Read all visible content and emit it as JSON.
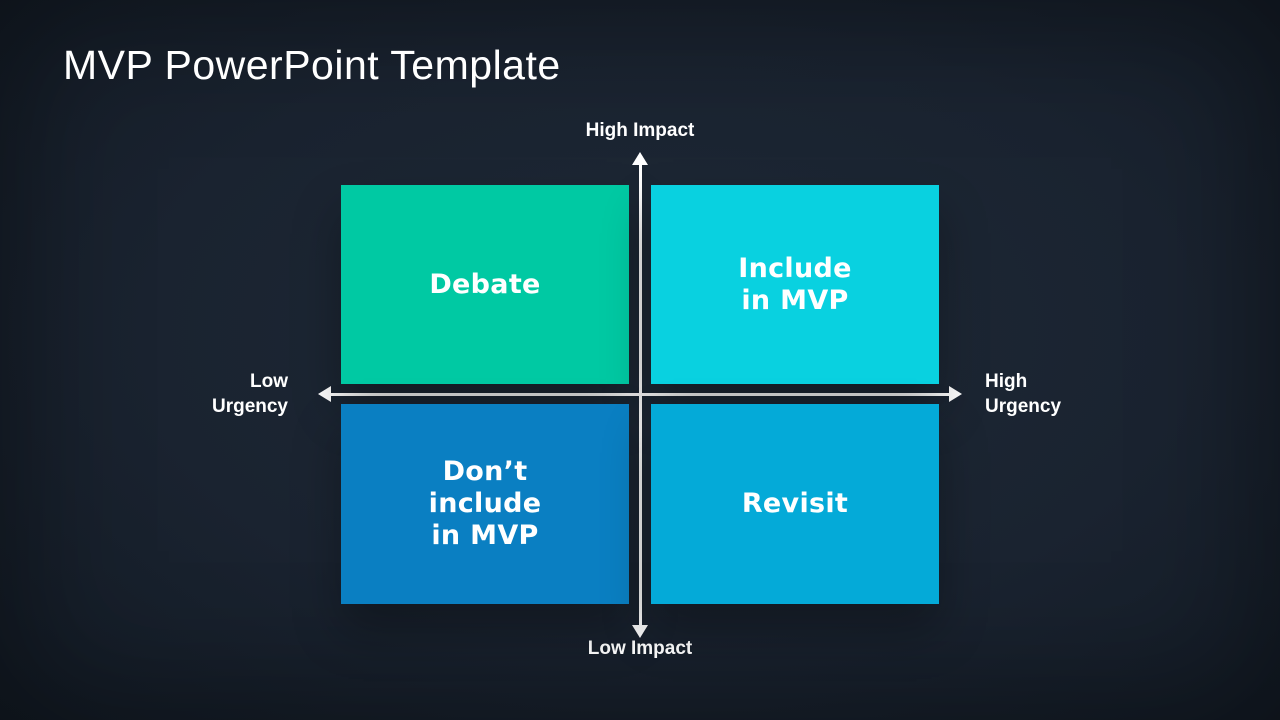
{
  "slide": {
    "title": "MVP PowerPoint Template",
    "background_color": "#1A2330",
    "text_color": "#FFFFFF"
  },
  "axes": {
    "color": "#FFFFFF",
    "top_label": "High Impact",
    "bottom_label": "Low Impact",
    "left_label_lines": [
      "Low",
      "Urgency"
    ],
    "right_label_lines": [
      "High",
      "Urgency"
    ]
  },
  "quadrants": [
    {
      "id": "top-left",
      "lines": [
        "Debate"
      ],
      "color": "#00C9A3"
    },
    {
      "id": "top-right",
      "lines": [
        "Include",
        "in MVP"
      ],
      "color": "#09D1E0"
    },
    {
      "id": "bottom-left",
      "lines": [
        "Don’t",
        "include",
        "in MVP"
      ],
      "color": "#0A7FC2"
    },
    {
      "id": "bottom-right",
      "lines": [
        "Revisit"
      ],
      "color": "#04AAD8"
    }
  ]
}
